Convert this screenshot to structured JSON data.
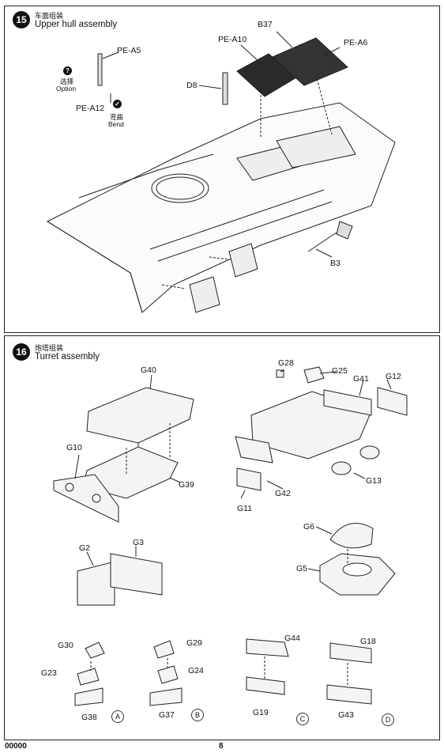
{
  "step15": {
    "number": "15",
    "title_cn": "车面组装",
    "title_en": "Upper hull assembly",
    "labels": {
      "pe_a5": "PE-A5",
      "b37": "B37",
      "pe_a10": "PE-A10",
      "pe_a6": "PE-A6",
      "d8": "D8",
      "pe_a12": "PE-A12",
      "b3": "B3"
    },
    "option_cn": "选择",
    "option_en": "Option",
    "option_icon": "?",
    "bend_cn": "弯曲",
    "bend_en": "Bend"
  },
  "step16": {
    "number": "16",
    "title_cn": "炮塔组装",
    "title_en": "Turret assembly",
    "labels": {
      "g40": "G40",
      "g28": "G28",
      "g25": "G25",
      "g41": "G41",
      "g12": "G12",
      "g10": "G10",
      "g39": "G39",
      "g13": "G13",
      "g11": "G11",
      "g42": "G42",
      "g2": "G2",
      "g3": "G3",
      "g6": "G6",
      "g5": "G5",
      "g30": "G30",
      "g29": "G29",
      "g44": "G44",
      "g18": "G18",
      "g23": "G23",
      "g24": "G24",
      "g38": "G38",
      "g37": "G37",
      "g19": "G19",
      "g43": "G43"
    },
    "variants": {
      "a": "A",
      "b": "B",
      "c": "C",
      "d": "D"
    }
  },
  "footer": {
    "left": "00000",
    "center": "8"
  }
}
